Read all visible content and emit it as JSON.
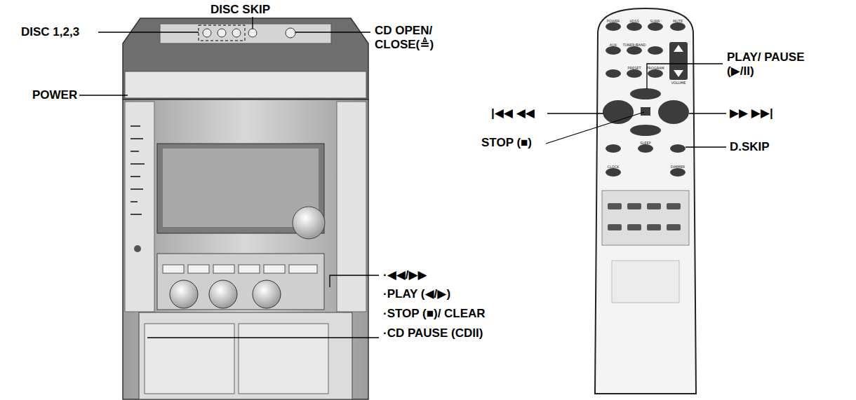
{
  "diagram": {
    "labels": [
      "DISC SKIP",
      "DISC 1,2,3",
      "CD OPEN/ CLOSE(≜)",
      "POWER",
      "·◀◀/▶▶",
      "·PLAY (◀/▶)",
      "·STOP (■)/ CLEAR",
      "·CD PAUSE (CDII)",
      "PLAY/ PAUSE (▶/II)",
      "|◀◀ ◀◀",
      "▶▶ ▶▶|",
      "STOP (■)",
      "D.SKIP",
      "POWER",
      "XDSS",
      "SURR.",
      "MUTE",
      "AUX",
      "TUNER/BAND",
      "VOLUME",
      "PRESET",
      "PROGRAM",
      "SLEEP",
      "CLOCK",
      "DIMMER"
    ]
  }
}
